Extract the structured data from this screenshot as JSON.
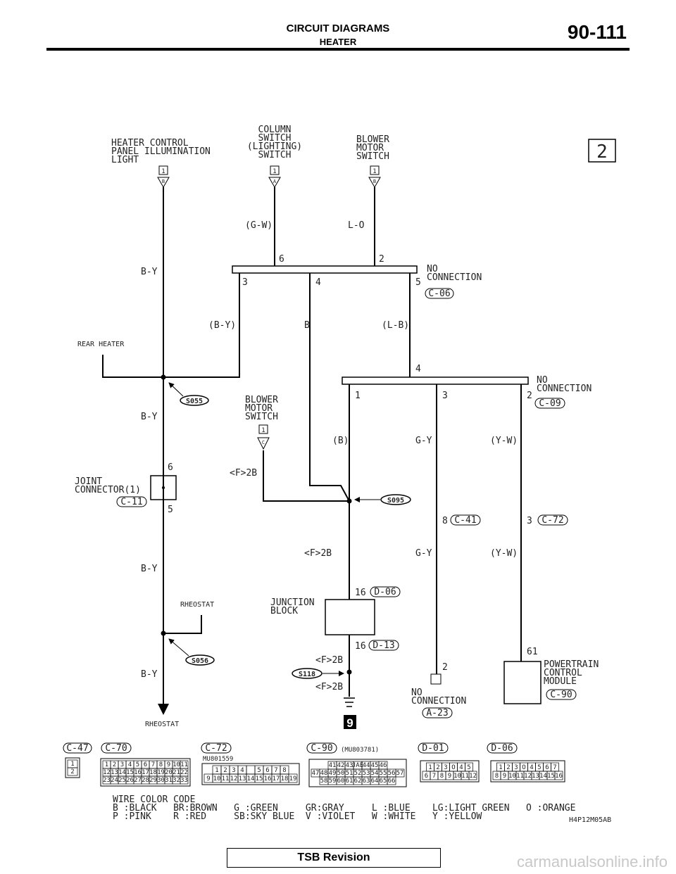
{
  "header": {
    "title": "CIRCUIT DIAGRAMS",
    "subtitle": "HEATER",
    "page": "90-111"
  },
  "page_marker": "2",
  "footer": {
    "revision": "TSB Revision",
    "watermark": "carmanualsonline.info"
  },
  "diagram_code": "H4P12M05AB",
  "top_components": {
    "hcp": [
      "HEATER CONTROL",
      "PANEL ILLUMINATION",
      "LIGHT"
    ],
    "column": [
      "COLUMN",
      "SWITCH",
      "(LIGHTING)",
      "SWITCH"
    ],
    "blower": [
      "BLOWER",
      "MOTOR",
      "SWITCH"
    ],
    "blower2": [
      "BLOWER",
      "MOTOR",
      "SWITCH"
    ],
    "junction": [
      "JUNCTION",
      "BLOCK"
    ],
    "pcm": [
      "POWERTRAIN",
      "CONTROL",
      "MODULE"
    ],
    "joint": [
      "JOINT",
      "CONNECTOR(1)"
    ]
  },
  "pins": {
    "hcp": {
      "num": "1",
      "letter": "B"
    },
    "column": {
      "num": "1",
      "letter": "A"
    },
    "blower": {
      "num": "1",
      "letter": "B"
    },
    "blower2": {
      "num": "1",
      "letter": "C"
    }
  },
  "wires": {
    "by1": "B-Y",
    "gw": "(G-W)",
    "lo": "L-O",
    "by_paren": "(B-Y)",
    "b": "B",
    "lb": "(L-B)",
    "by2": "B-Y",
    "bparen": "(B)",
    "gy1": "G-Y",
    "yw1": "(Y-W)",
    "f2b1": "<F>2B",
    "f2b2": "<F>2B",
    "gy2": "G-Y",
    "yw2": "(Y-W)",
    "by3": "B-Y",
    "f2b3": "<F>2B",
    "f2b4": "<F>2B",
    "by4": "B-Y"
  },
  "pin_numbers": {
    "c06_6": "6",
    "c06_2": "2",
    "c06_3": "3",
    "c06_4": "4",
    "c06_5": "5",
    "c09_4": "4",
    "c09_1": "1",
    "c09_3": "3",
    "c09_2": "2",
    "j6": "6",
    "j5": "5",
    "c41_8": "8",
    "c72_3": "3",
    "d06_16": "16",
    "d13_16": "16",
    "a23_2": "2",
    "c90_61": "61"
  },
  "connector_labels": {
    "c06": "C-06",
    "c09": "C-09",
    "c11": "C-11",
    "c41": "C-41",
    "c72": "C-72",
    "d06": "D-06",
    "d13": "D-13",
    "a23": "A-23",
    "c90": "C-90"
  },
  "no_connection": [
    "NO",
    "CONNECTION"
  ],
  "splices": {
    "s055": "S055",
    "s095": "S095",
    "s056": "S056",
    "s118": "S118"
  },
  "endpoints": {
    "rear_heater": "REAR HEATER",
    "rheostat1": "RHEOSTAT",
    "rheostat2": "RHEOSTAT"
  },
  "ground_number": "9",
  "legend_connectors": {
    "c47": {
      "label": "C-47",
      "pins": [
        "1",
        "2"
      ]
    },
    "c70": {
      "label": "C-70",
      "row1": [
        "1",
        "2",
        "3",
        "4",
        "5",
        "6",
        "7",
        "8",
        "9",
        "10",
        "11"
      ],
      "row2": [
        "12",
        "13",
        "14",
        "15",
        "16",
        "17",
        "18",
        "19",
        "20",
        "21",
        "22"
      ],
      "row3": [
        "23",
        "24",
        "25",
        "26",
        "27",
        "28",
        "29",
        "30",
        "31",
        "32",
        "33"
      ]
    },
    "c72": {
      "label": "C-72",
      "part": "MU801559",
      "row1": [
        "1",
        "2",
        "3",
        "4",
        "",
        "5",
        "6",
        "7",
        "8"
      ],
      "row2": [
        "9",
        "10",
        "11",
        "12",
        "13",
        "14",
        "15",
        "16",
        "17",
        "18",
        "19"
      ]
    },
    "c90": {
      "label": "C-90",
      "part": "(MU803781)",
      "row1": [
        "41",
        "42",
        "43",
        "JAE",
        "44",
        "45",
        "46"
      ],
      "row2": [
        "47",
        "48",
        "49",
        "50",
        "51",
        "52",
        "53",
        "54",
        "55",
        "56",
        "57"
      ],
      "row3": [
        "58",
        "59",
        "60",
        "61",
        "62",
        "63",
        "64",
        "65",
        "66"
      ]
    },
    "d01": {
      "label": "D-01",
      "row1": [
        "1",
        "2",
        "3",
        "O",
        "4",
        "5"
      ],
      "row2": [
        "6",
        "7",
        "8",
        "9",
        "10",
        "11",
        "12"
      ]
    },
    "d06": {
      "label": "D-06",
      "row1": [
        "1",
        "2",
        "3",
        "O",
        "4",
        "5",
        "6",
        "7"
      ],
      "row2": [
        "8",
        "9",
        "10",
        "11",
        "12",
        "13",
        "14",
        "15",
        "16"
      ]
    }
  },
  "color_code": {
    "title": "WIRE COLOR CODE",
    "row1": "B :BLACK   BR:BROWN   G :GREEN     GR:GRAY     L :BLUE    LG:LIGHT GREEN   O :ORANGE",
    "row2": "P :PINK    R :RED     SB:SKY BLUE  V :VIOLET   W :WHITE   Y :YELLOW"
  }
}
